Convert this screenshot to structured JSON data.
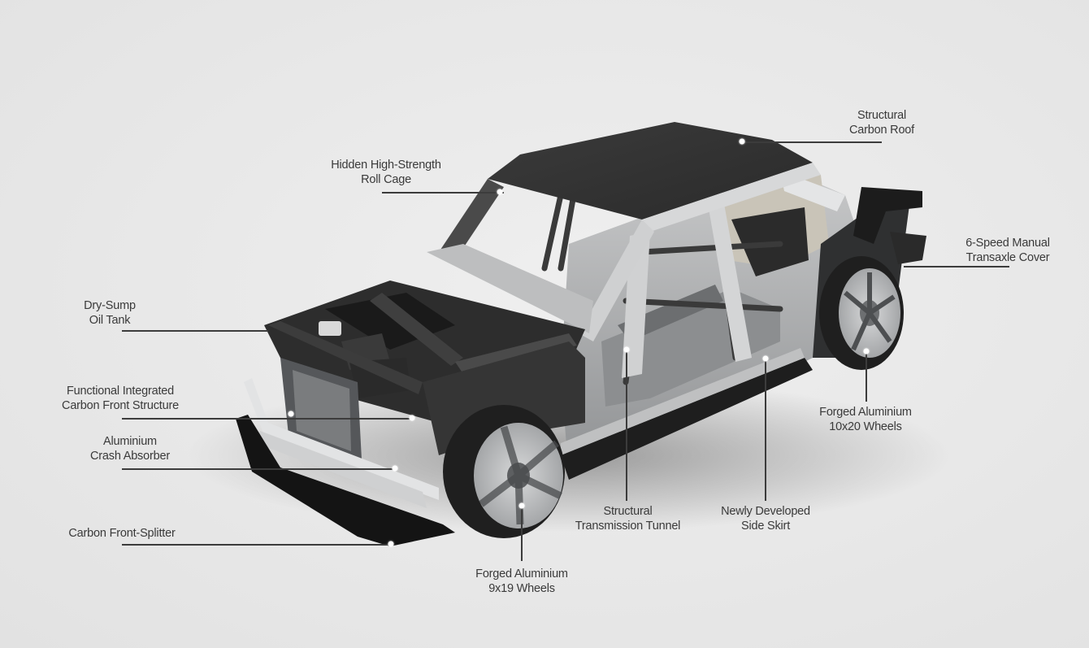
{
  "figure": {
    "subject": "Car body-in-white chassis cutaway with component callouts",
    "background_color": "#e8e8e8",
    "leader_color": "#3c3c3c",
    "text_color": "#3a3a3a"
  },
  "callouts": [
    {
      "id": "roll-cage",
      "line1": "Hidden High-Strength",
      "line2": "Roll Cage"
    },
    {
      "id": "carbon-roof",
      "line1": "Structural",
      "line2": "Carbon Roof"
    },
    {
      "id": "transaxle-cover",
      "line1": "6-Speed Manual",
      "line2": "Transaxle Cover"
    },
    {
      "id": "oil-tank",
      "line1": "Dry-Sump",
      "line2": "Oil Tank"
    },
    {
      "id": "front-structure",
      "line1": "Functional Integrated",
      "line2": "Carbon Front Structure"
    },
    {
      "id": "crash-absorber",
      "line1": "Aluminium",
      "line2": "Crash Absorber"
    },
    {
      "id": "front-splitter",
      "line1": "Carbon Front-Splitter",
      "line2": ""
    },
    {
      "id": "rear-wheels",
      "line1": "Forged Aluminium",
      "line2": "10x20 Wheels"
    },
    {
      "id": "transmission-tunnel",
      "line1": "Structural",
      "line2": "Transmission Tunnel"
    },
    {
      "id": "side-skirt",
      "line1": "Newly Developed",
      "line2": "Side Skirt"
    },
    {
      "id": "front-wheels",
      "line1": "Forged Aluminium",
      "line2": "9x19 Wheels"
    }
  ]
}
